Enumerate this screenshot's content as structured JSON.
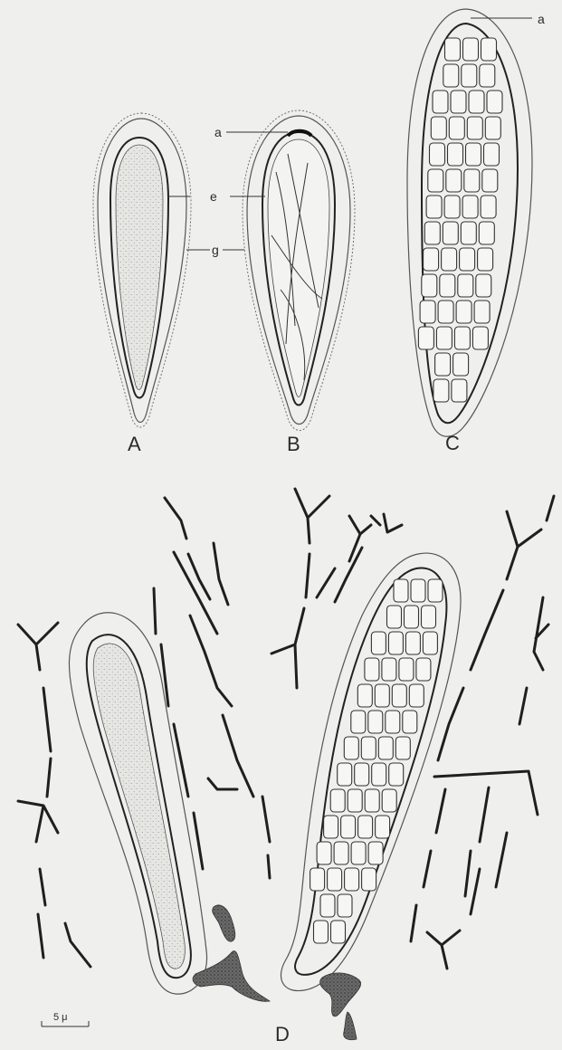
{
  "figure": {
    "panels": [
      {
        "id": "A",
        "label": "A"
      },
      {
        "id": "B",
        "label": "B"
      },
      {
        "id": "C",
        "label": "C"
      },
      {
        "id": "D",
        "label": "D"
      }
    ],
    "annotations": {
      "a_top_right": "a",
      "a_panel_b": "a",
      "e": "e",
      "g": "g"
    },
    "scale_bar": "5 μ"
  }
}
